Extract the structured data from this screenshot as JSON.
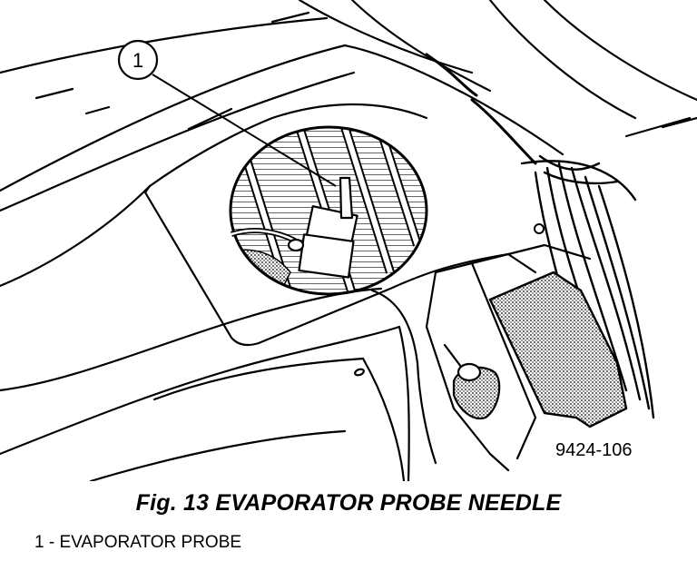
{
  "figure": {
    "caption": "Fig. 13 EVAPORATOR PROBE NEEDLE",
    "callout_number": "1",
    "drawing_id": "9424-106"
  },
  "legend": {
    "items": [
      {
        "label": "1 - EVAPORATOR PROBE"
      }
    ]
  }
}
